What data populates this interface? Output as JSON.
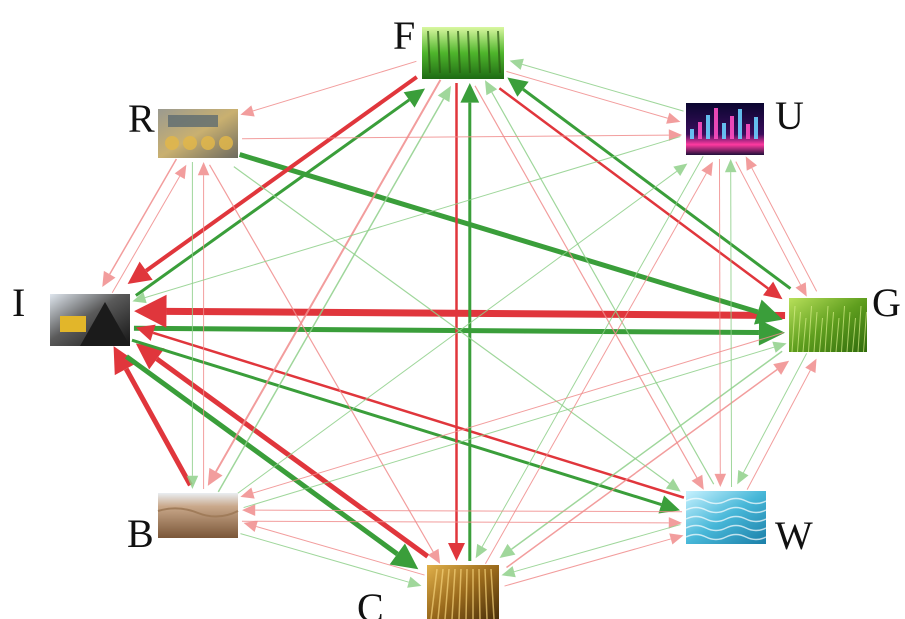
{
  "nodes": [
    {
      "id": "F",
      "label": "F",
      "image": "forest-image"
    },
    {
      "id": "U",
      "label": "U",
      "image": "city-night-image"
    },
    {
      "id": "G",
      "label": "G",
      "image": "grassland-image"
    },
    {
      "id": "W",
      "label": "W",
      "image": "water-image"
    },
    {
      "id": "C",
      "label": "C",
      "image": "cropland-image"
    },
    {
      "id": "B",
      "label": "B",
      "image": "barren-land-image"
    },
    {
      "id": "I",
      "label": "I",
      "image": "industry-mining-image"
    },
    {
      "id": "R",
      "label": "R",
      "image": "residential-image"
    }
  ],
  "colors": {
    "green": "#3a9e3a",
    "red": "#e0363c",
    "light_green": "#8fd08a",
    "light_red": "#f08c8c"
  },
  "edges": [
    {
      "from": "I",
      "to": "G",
      "color": "green",
      "weight": 5
    },
    {
      "from": "G",
      "to": "I",
      "color": "red",
      "weight": 7
    },
    {
      "from": "R",
      "to": "G",
      "color": "green",
      "weight": 5
    },
    {
      "from": "F",
      "to": "I",
      "color": "red",
      "weight": 4
    },
    {
      "from": "I",
      "to": "F",
      "color": "green",
      "weight": 3
    },
    {
      "from": "B",
      "to": "I",
      "color": "red",
      "weight": 5
    },
    {
      "from": "I",
      "to": "C",
      "color": "green",
      "weight": 5
    },
    {
      "from": "C",
      "to": "I",
      "color": "red",
      "weight": 5
    },
    {
      "from": "I",
      "to": "W",
      "color": "green",
      "weight": 3
    },
    {
      "from": "W",
      "to": "I",
      "color": "red",
      "weight": 2.5
    },
    {
      "from": "C",
      "to": "F",
      "color": "green",
      "weight": 3
    },
    {
      "from": "F",
      "to": "C",
      "color": "red",
      "weight": 2.5
    },
    {
      "from": "G",
      "to": "F",
      "color": "green",
      "weight": 3
    },
    {
      "from": "F",
      "to": "G",
      "color": "red",
      "weight": 2.5
    },
    {
      "from": "F",
      "to": "B",
      "color": "red",
      "weight": 2
    },
    {
      "from": "B",
      "to": "F",
      "color": "green",
      "weight": 1.5
    },
    {
      "from": "R",
      "to": "I",
      "color": "red",
      "weight": 1.5
    },
    {
      "from": "R",
      "to": "C",
      "color": "red",
      "weight": 1.2
    },
    {
      "from": "R",
      "to": "W",
      "color": "green",
      "weight": 1.2
    },
    {
      "from": "C",
      "to": "G",
      "color": "red",
      "weight": 1.5
    },
    {
      "from": "G",
      "to": "C",
      "color": "green",
      "weight": 1.5
    },
    {
      "from": "F",
      "to": "W",
      "color": "red",
      "weight": 1.2
    },
    {
      "from": "W",
      "to": "F",
      "color": "green",
      "weight": 1.2
    },
    {
      "from": "U",
      "to": "G",
      "color": "red",
      "weight": 1
    },
    {
      "from": "G",
      "to": "U",
      "color": "red",
      "weight": 1
    },
    {
      "from": "F",
      "to": "R",
      "color": "red",
      "weight": 1
    },
    {
      "from": "U",
      "to": "F",
      "color": "green",
      "weight": 1
    },
    {
      "from": "R",
      "to": "U",
      "color": "red",
      "weight": 1
    },
    {
      "from": "C",
      "to": "U",
      "color": "red",
      "weight": 1
    },
    {
      "from": "U",
      "to": "C",
      "color": "green",
      "weight": 1
    },
    {
      "from": "B",
      "to": "W",
      "color": "red",
      "weight": 1
    },
    {
      "from": "W",
      "to": "B",
      "color": "red",
      "weight": 1
    },
    {
      "from": "C",
      "to": "B",
      "color": "red",
      "weight": 1
    },
    {
      "from": "B",
      "to": "C",
      "color": "green",
      "weight": 1
    },
    {
      "from": "G",
      "to": "B",
      "color": "red",
      "weight": 1
    },
    {
      "from": "B",
      "to": "G",
      "color": "green",
      "weight": 1
    },
    {
      "from": "W",
      "to": "C",
      "color": "green",
      "weight": 1
    },
    {
      "from": "C",
      "to": "W",
      "color": "red",
      "weight": 1
    },
    {
      "from": "G",
      "to": "W",
      "color": "green",
      "weight": 1
    },
    {
      "from": "W",
      "to": "G",
      "color": "red",
      "weight": 1
    },
    {
      "from": "U",
      "to": "W",
      "color": "red",
      "weight": 1
    },
    {
      "from": "W",
      "to": "U",
      "color": "green",
      "weight": 1
    },
    {
      "from": "R",
      "to": "B",
      "color": "green",
      "weight": 1
    },
    {
      "from": "B",
      "to": "R",
      "color": "red",
      "weight": 1
    },
    {
      "from": "I",
      "to": "R",
      "color": "red",
      "weight": 1
    },
    {
      "from": "U",
      "to": "I",
      "color": "green",
      "weight": 1
    },
    {
      "from": "B",
      "to": "U",
      "color": "green",
      "weight": 1
    },
    {
      "from": "F",
      "to": "U",
      "color": "red",
      "weight": 1
    }
  ]
}
